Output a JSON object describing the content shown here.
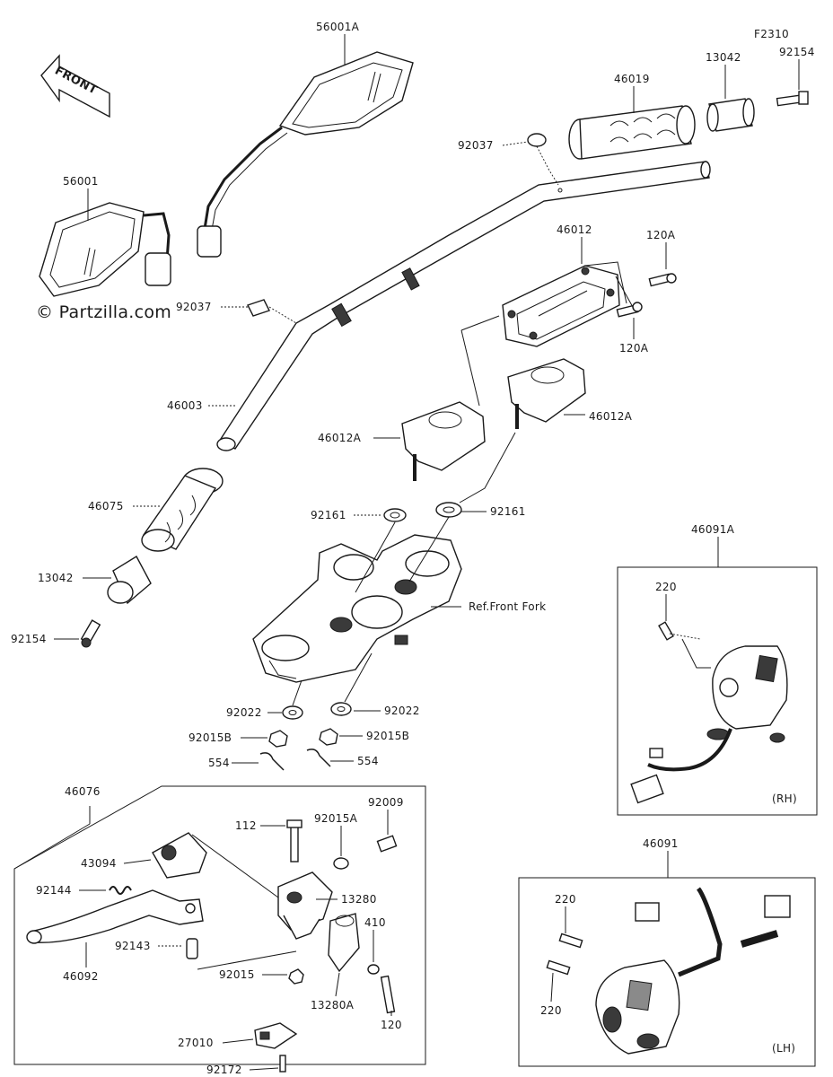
{
  "watermark": "© Partzilla.com",
  "front_indicator": "FRONT",
  "figure_code": "F2310",
  "section_labels": {
    "rh": "(RH)",
    "lh": "(LH)",
    "ref_front_fork": "Ref.Front Fork"
  },
  "parts": {
    "mirror_rh": "56001A",
    "mirror_lh": "56001",
    "grip_rh": "46019",
    "weight_rh": "13042",
    "bolt_weight_rh": "92154",
    "clamp_rh": "92037",
    "clamp_lh": "92037",
    "handlebar": "46003",
    "holder_upper": "46012",
    "bolt_upper_a": "120A",
    "bolt_upper_b": "120A",
    "holder_lower_left": "46012A",
    "holder_lower_right": "46012A",
    "grip_lh": "46075",
    "weight_lh": "13042",
    "bolt_weight_lh": "92154",
    "washer_left": "92161",
    "washer_right": "92161",
    "washer_bottom_left": "92022",
    "washer_bottom_right": "92022",
    "nut_left": "92015B",
    "nut_right": "92015B",
    "pin_left": "554",
    "pin_right": "554",
    "switch_rh": "46091A",
    "screw_rh": "220",
    "lever_assy": "46076",
    "bolt_112": "112",
    "nut_92015a": "92015A",
    "bolt_92009": "92009",
    "dust_cover": "43094",
    "spring": "92144",
    "holder_13280": "13280",
    "washer_410": "410",
    "collar": "92143",
    "lever": "46092",
    "nut_92015": "92015",
    "holder_13280a": "13280A",
    "bolt_120": "120",
    "stop_switch": "27010",
    "screw_92172": "92172",
    "switch_lh": "46091",
    "screw_lh_a": "220",
    "screw_lh_b": "220"
  }
}
